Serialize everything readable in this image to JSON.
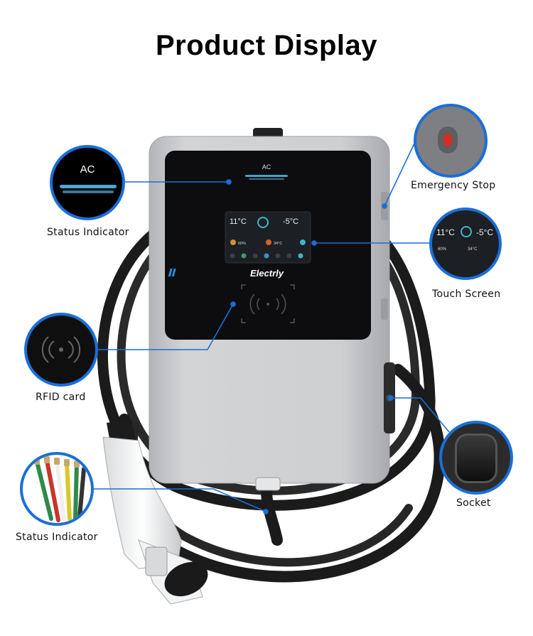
{
  "title": "Product Display",
  "brand": {
    "name": "Electrly",
    "device_label": "AC"
  },
  "screen": {
    "temp_left": "11°C",
    "temp_right": "-5°C",
    "humidity": "60%",
    "temp_mid": "34°C"
  },
  "callouts": {
    "status_indicator_top": "Status Indicator",
    "emergency_stop": "Emergency Stop",
    "touch_screen": "Touch Screen",
    "rfid_card": "RFID card",
    "socket": "Socket",
    "status_indicator_bottom": "Status Indicator",
    "ac_label": "AC"
  },
  "colors": {
    "accent": "#1a6fd8",
    "panel": "#0d0d0f",
    "body": "#c4c6c8",
    "led": "#5ab7e8"
  }
}
